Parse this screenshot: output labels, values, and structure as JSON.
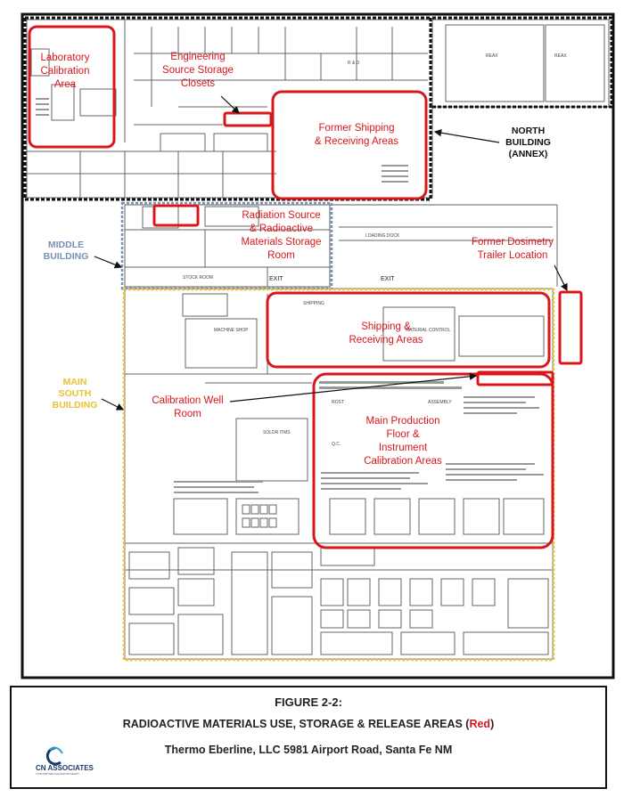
{
  "labels": {
    "lab_calibration": [
      "Laboratory",
      "Calibration",
      "Area"
    ],
    "eng_storage": [
      "Engineering",
      "Source Storage",
      "Closets"
    ],
    "former_shipping": [
      "Former Shipping",
      "& Receiving Areas"
    ],
    "north_building": [
      "NORTH",
      "BUILDING",
      "(ANNEX)"
    ],
    "radiation_source": [
      "Radiation Source",
      "& Radioactive",
      "Materials  Storage",
      "Room"
    ],
    "middle_building": [
      "MIDDLE",
      "BUILDING"
    ],
    "former_dosimetry": [
      "Former Dosimetry",
      "Trailer Location"
    ],
    "shipping_receiving": [
      "Shipping &",
      "Receiving Areas"
    ],
    "main_south": [
      "MAIN",
      "SOUTH",
      "BUILDING"
    ],
    "calibration_well": [
      "Calibration Well",
      "Room"
    ],
    "main_production": [
      "Main Production",
      "Floor &",
      "Instrument",
      "Calibration Areas"
    ]
  },
  "plan_text": {
    "reax1": "REAX",
    "reax2": "REAX",
    "rnd": "R & D",
    "exit1": "EXIT",
    "exit2": "EXIT",
    "loading_dock": "LOADING DOCK",
    "stock_room": "STOCK ROOM",
    "machine_shop": "MACHINE SHOP",
    "shipping": "SHIPPING",
    "material_control": "MATERIAL CONTROL",
    "solder_items": "SOLDR ITMS",
    "rost": "ROST",
    "assembly": "ASSEMBLY",
    "qc": "Q.C."
  },
  "caption": {
    "figure": "FIGURE 2-2:",
    "title_main": "RADIOACTIVE MATERIALS USE, STORAGE & RELEASE AREAS (",
    "title_red": "Red",
    "title_end": ")",
    "subtitle": "Thermo Eberline, LLC 5981 Airport Road, Santa Fe NM",
    "logo_text": "CN ASSOCIATES",
    "logo_tagline": "YOUR PARTNER IN RADIATION SAFETY"
  },
  "colors": {
    "red": "#d8161b",
    "north_border": "#111111",
    "middle_border": "#7a8fb5",
    "south_border": "#e8c233",
    "wall": "#555555"
  }
}
